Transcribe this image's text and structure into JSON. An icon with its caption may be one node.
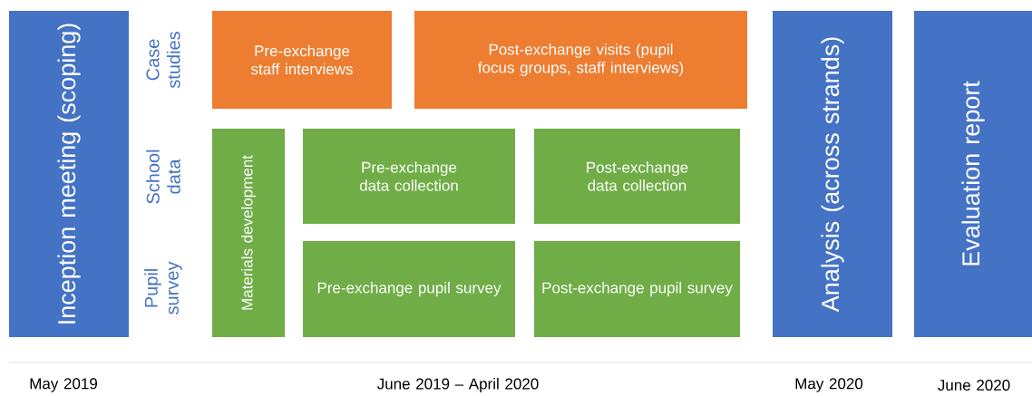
{
  "diagram": {
    "nodes": [
      {
        "text": [
          "Inception meeting (scoping)"
        ]
      },
      {
        "text": [
          "Pre-exchange staff interviews"
        ]
      },
      {
        "text": [
          "Post-exchange visits (pupil focus groups, staff interviews)"
        ]
      },
      {
        "text": [
          "Materials development"
        ]
      },
      {
        "text": [
          "Pre-exchange data collection"
        ]
      },
      {
        "text": [
          "Post-exchange data collection"
        ]
      },
      {
        "text": [
          "Pre-exchange pupil survey"
        ]
      },
      {
        "text": [
          "Post-exchange pupil survey"
        ]
      },
      {
        "text": [
          "Analysis (across strands)"
        ]
      },
      {
        "text": [
          "Evaluation report"
        ]
      }
    ],
    "edges": [],
    "labels": [
      "Case studies",
      "School data",
      "Pupil survey",
      "May 2019",
      "June 2019 – April 2020",
      "May 2020",
      "June 2020"
    ]
  }
}
